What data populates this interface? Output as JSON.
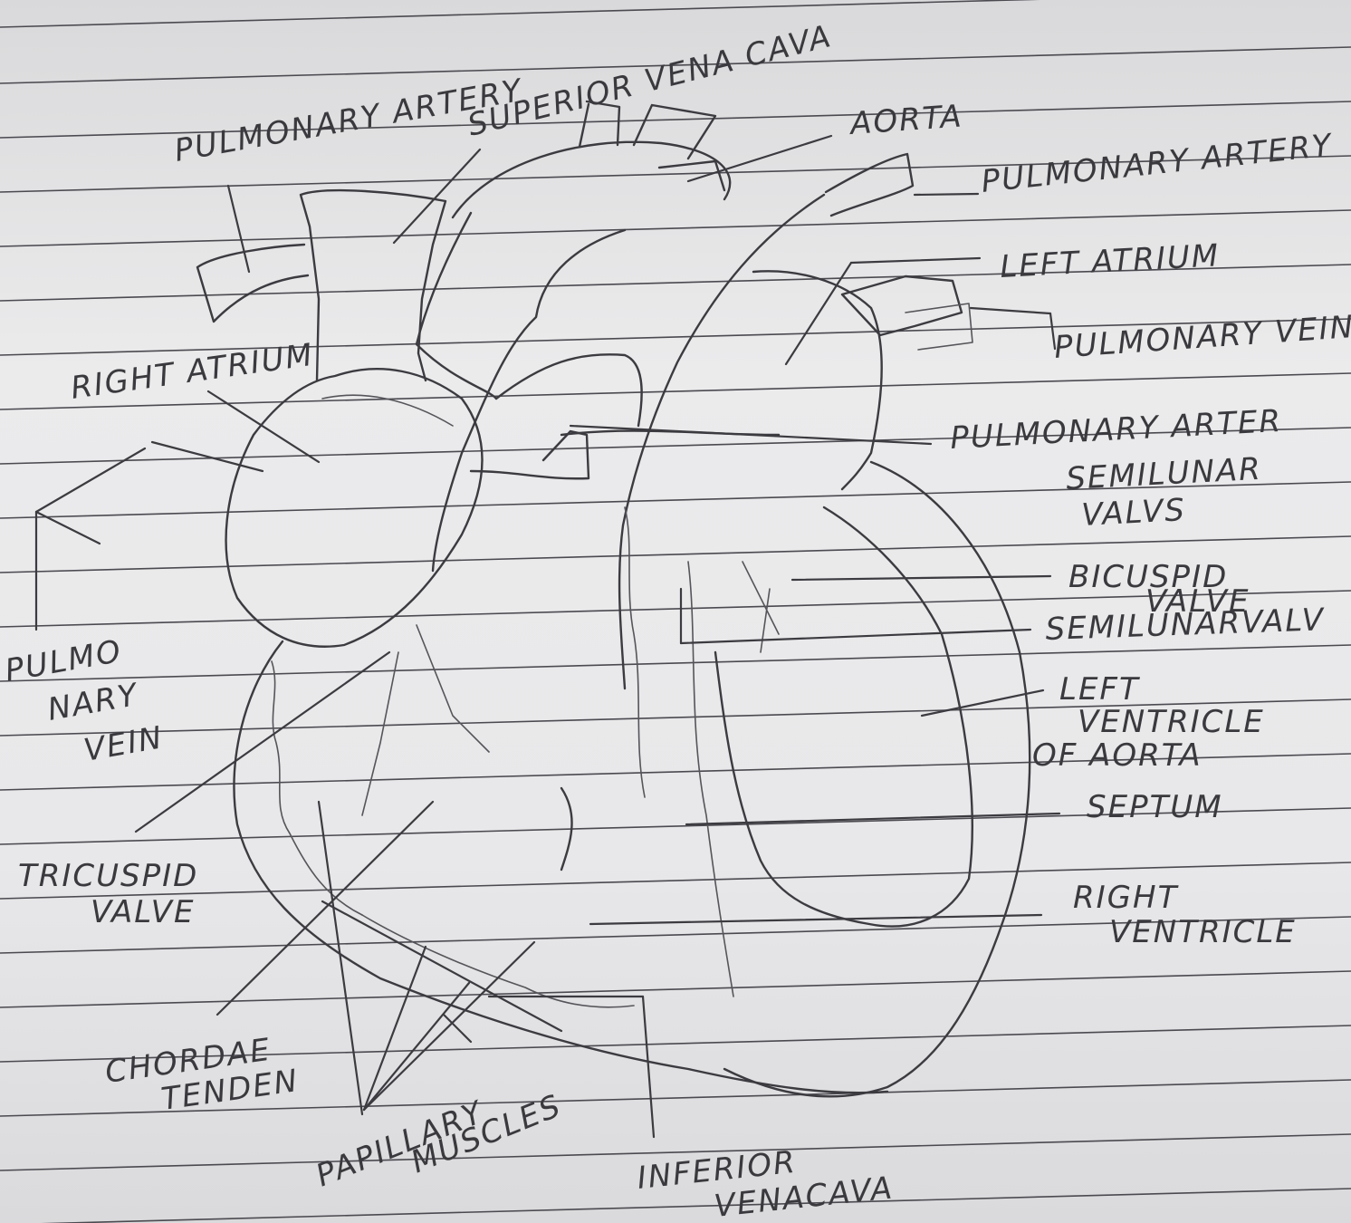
{
  "labels": {
    "pulmonary_artery_top": "PULMONARY ARTERY",
    "superior_vena_cava": "SUPERIOR VENA CAVA",
    "aorta": "AORTA",
    "pulmonary_artery_right": "PULMONARY ARTERY",
    "left_atrium": "LEFT ATRIUM",
    "pulmonary_vein_right": "PULMONARY VEIN",
    "right_atrium": "RIGHT ATRIUM",
    "pulmonary_artery_semilunar_1": "PULMONARY ARTER",
    "pulmonary_artery_semilunar_2": "SEMILUNAR",
    "pulmonary_artery_semilunar_3": "VALVS",
    "bicuspid_valve_1": "BICUSPID",
    "bicuspid_valve_2": "VALVE",
    "semilunar_valve": "SEMILUNARVALV",
    "left_ventricle_1": "LEFT",
    "left_ventricle_2": "VENTRICLE",
    "left_ventricle_3": "OF AORTA",
    "pulmonary_vein_left_1": "PULMO",
    "pulmonary_vein_left_2": "NARY",
    "pulmonary_vein_left_3": "VEIN",
    "septum": "SEPTUM",
    "tricuspid_valve_1": "TRICUSPID",
    "tricuspid_valve_2": "VALVE",
    "right_ventricle_1": "RIGHT",
    "right_ventricle_2": "VENTRICLE",
    "chordae_tenden_1": "CHORDAE",
    "chordae_tenden_2": "TENDEN",
    "papillary_muscles_1": "PAPILLARY",
    "papillary_muscles_2": "MUSCLES",
    "inferior_vena_cava_1": "INFERIOR",
    "inferior_vena_cava_2": "VENACAVA"
  },
  "colors": {
    "paper": "#e9e9ea",
    "ink": "#3b3b40",
    "rule": "#4a4a50"
  }
}
